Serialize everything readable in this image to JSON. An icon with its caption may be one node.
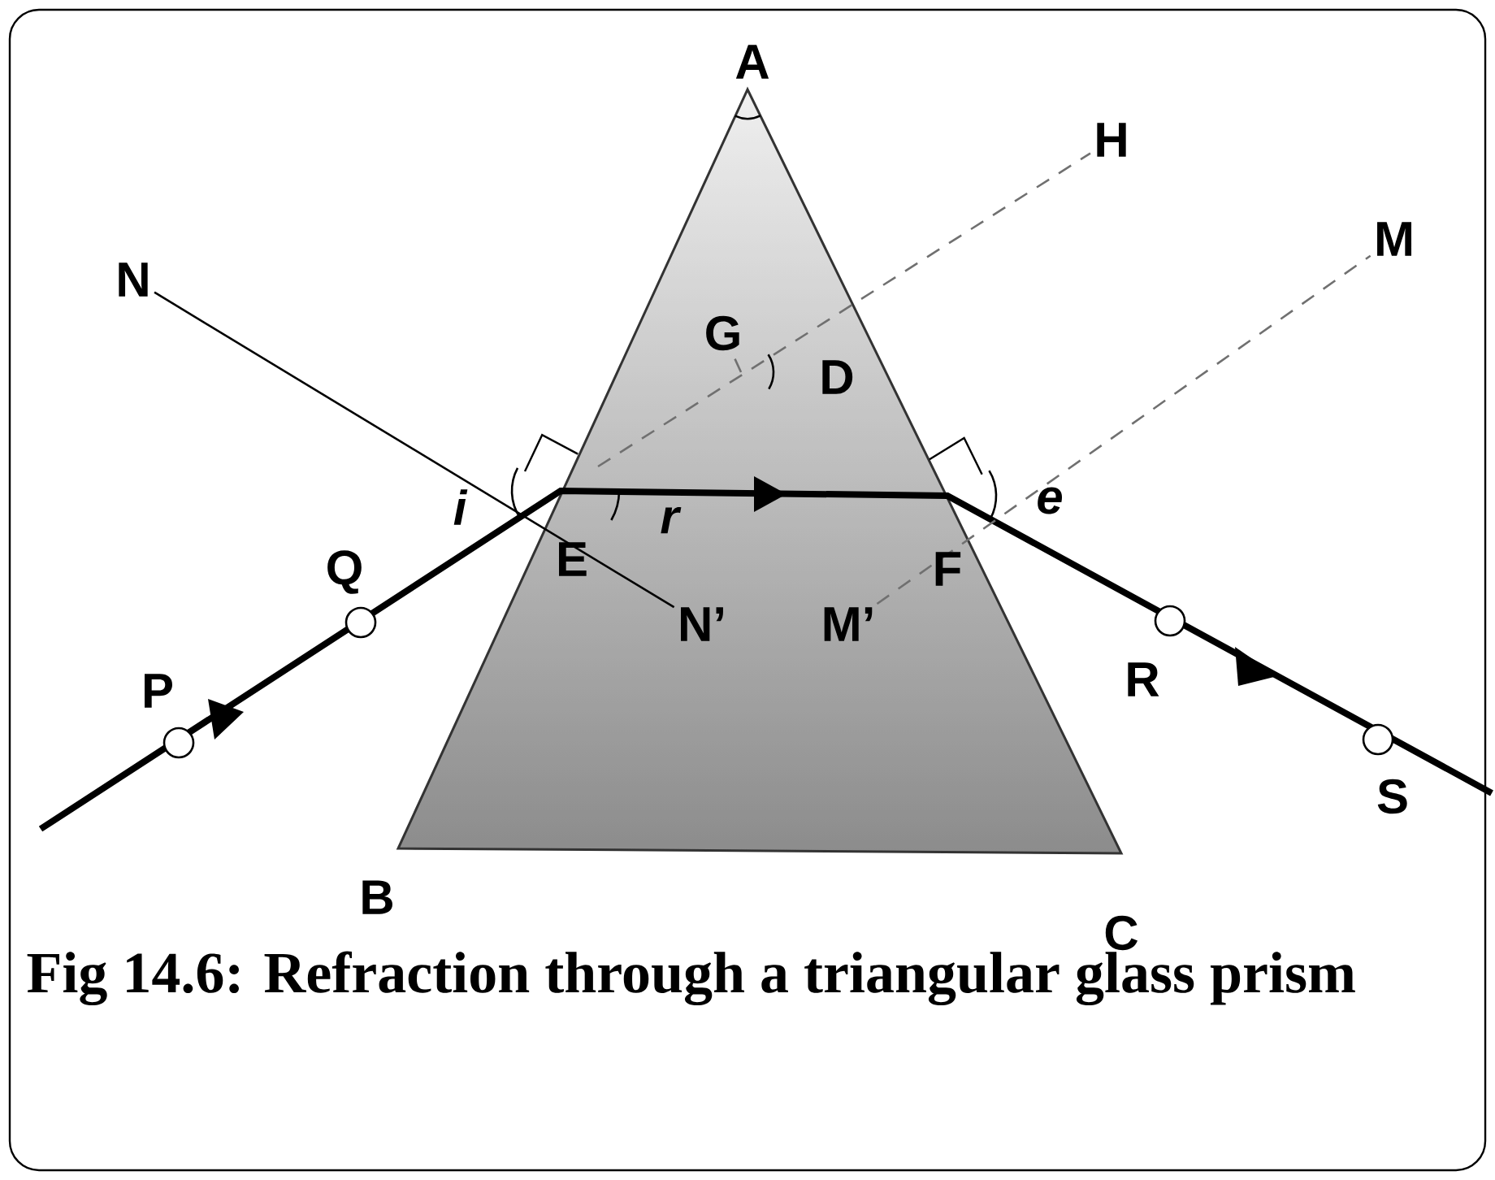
{
  "diagram": {
    "caption": "Fig 14.6: Refraction through a triangular glass prism",
    "nodes": [
      {
        "text": [
          "N"
        ]
      },
      {
        "text": [
          "N’"
        ]
      },
      {
        "text": [
          "H"
        ]
      },
      {
        "text": [
          "M"
        ]
      },
      {
        "text": [
          "M’"
        ]
      },
      {
        "text": [
          "G"
        ]
      }
    ],
    "edges": [
      {
        "from": 0,
        "to": 1,
        "arrow": "none",
        "color": "#000000"
      },
      {
        "from": 4,
        "to": 3,
        "arrow": "none",
        "style": "dashed",
        "color": "#707070"
      },
      {
        "from": null,
        "to": 2,
        "arrow": "none",
        "style": "dashed",
        "color": "#707070"
      },
      {
        "from": null,
        "to": 5,
        "arrow": "none",
        "style": "dashed",
        "color": "#707070"
      }
    ],
    "labels": [
      "A",
      "D",
      "i",
      "E",
      "r",
      "e",
      "F",
      "Q",
      "P",
      "R",
      "S",
      "B",
      "C"
    ]
  }
}
